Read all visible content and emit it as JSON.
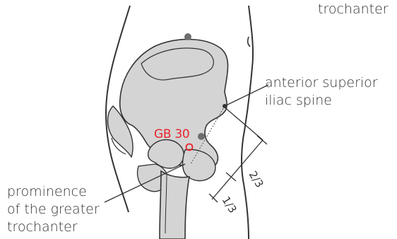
{
  "labels": {
    "trochanter_top": "trochanter",
    "asis_line1": "anterior superior",
    "asis_line2": "iliac spine",
    "prominence_line1": "prominence",
    "prominence_line2": "of the greater",
    "prominence_line3": "trochanter",
    "point": "GB 30",
    "ratio_upper": "2/3",
    "ratio_lower": "1/3"
  },
  "colors": {
    "outline": "#333333",
    "bone_fill": "#d4d4d4",
    "point_red": "#e8242c",
    "landmark_dot": "#6e6e6e"
  }
}
